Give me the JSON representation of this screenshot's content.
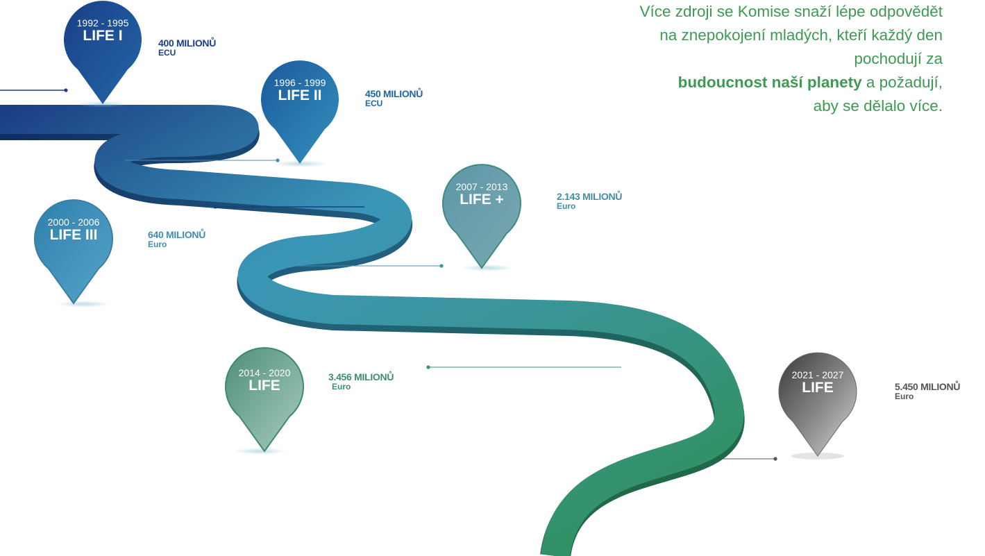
{
  "quote": {
    "line1": "Více zdroji se Komise snaží lépe odpovědět",
    "line2": "na znepokojení mladých, kteří každý den",
    "line3": "pochodují za",
    "line4_bold": "budoucnost naší planety",
    "line4_rest": " a požadují,",
    "line5": "aby se dělalo více."
  },
  "milestones": [
    {
      "years": "1992 - 1995",
      "name": "LIFE I",
      "amount": "400 MILIONŮ",
      "currency": "ECU",
      "color": "#1a3f86"
    },
    {
      "years": "1996 - 1999",
      "name": "LIFE II",
      "amount": "450 MILIONŮ",
      "currency": "ECU",
      "color": "#1f65a3"
    },
    {
      "years": "2000 - 2006",
      "name": "LIFE III",
      "amount": "640 MILIONŮ",
      "currency": "Euro",
      "color": "#3d8fb3"
    },
    {
      "years": "2007 - 2013",
      "name": "LIFE +",
      "amount": "2.143 MILIONŮ",
      "currency": "Euro",
      "color": "#3f8fa6"
    },
    {
      "years": "2014 - 2020",
      "name": "LIFE",
      "amount": "3.456 MILIONŮ",
      "currency": "Euro",
      "color": "#3f8c74"
    },
    {
      "years": "2021 - 2027",
      "name": "LIFE",
      "amount": "5.450 MILIONŮ",
      "currency": "Euro",
      "color": "#555555"
    }
  ],
  "colors": {
    "road_start": "#1b3f84",
    "road_mid": "#3a96b7",
    "road_end": "#2f8f52",
    "quote": "#3d9a52"
  }
}
